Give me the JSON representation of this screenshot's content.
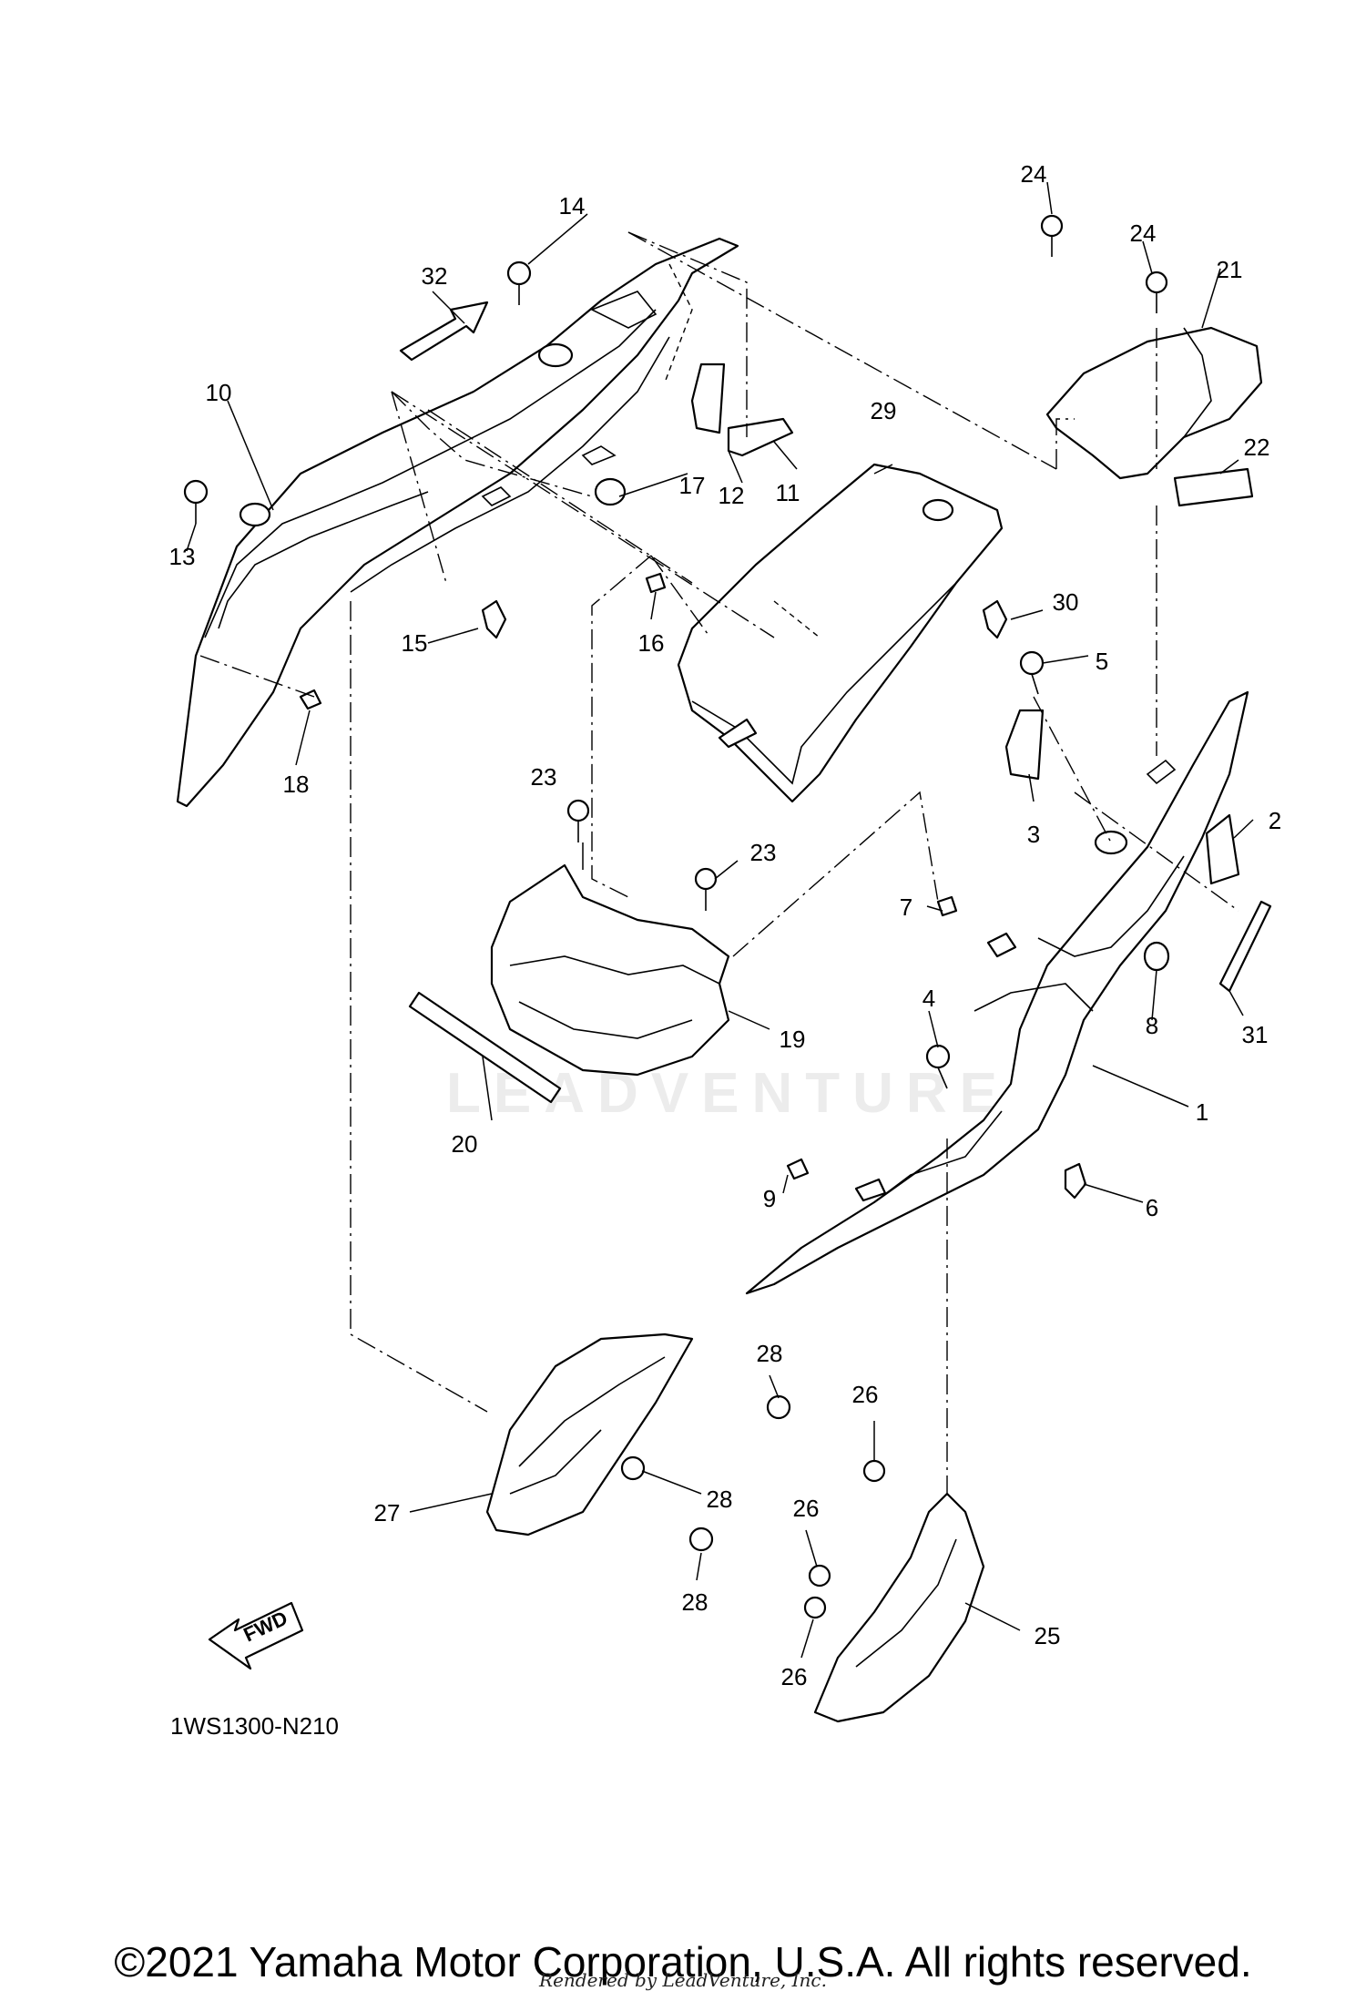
{
  "diagram": {
    "callouts": [
      {
        "id": "1",
        "label": "1"
      },
      {
        "id": "2",
        "label": "2"
      },
      {
        "id": "3",
        "label": "3"
      },
      {
        "id": "4",
        "label": "4"
      },
      {
        "id": "5",
        "label": "5"
      },
      {
        "id": "6",
        "label": "6"
      },
      {
        "id": "7",
        "label": "7"
      },
      {
        "id": "8",
        "label": "8"
      },
      {
        "id": "9",
        "label": "9"
      },
      {
        "id": "10",
        "label": "10"
      },
      {
        "id": "11",
        "label": "11"
      },
      {
        "id": "12",
        "label": "12"
      },
      {
        "id": "13",
        "label": "13"
      },
      {
        "id": "14",
        "label": "14"
      },
      {
        "id": "15",
        "label": "15"
      },
      {
        "id": "16",
        "label": "16"
      },
      {
        "id": "17",
        "label": "17"
      },
      {
        "id": "18",
        "label": "18"
      },
      {
        "id": "19",
        "label": "19"
      },
      {
        "id": "20",
        "label": "20"
      },
      {
        "id": "21",
        "label": "21"
      },
      {
        "id": "22",
        "label": "22"
      },
      {
        "id": "23a",
        "label": "23"
      },
      {
        "id": "23b",
        "label": "23"
      },
      {
        "id": "24a",
        "label": "24"
      },
      {
        "id": "24b",
        "label": "24"
      },
      {
        "id": "25",
        "label": "25"
      },
      {
        "id": "26a",
        "label": "26"
      },
      {
        "id": "26b",
        "label": "26"
      },
      {
        "id": "26c",
        "label": "26"
      },
      {
        "id": "27",
        "label": "27"
      },
      {
        "id": "28a",
        "label": "28"
      },
      {
        "id": "28b",
        "label": "28"
      },
      {
        "id": "28c",
        "label": "28"
      },
      {
        "id": "29",
        "label": "29"
      },
      {
        "id": "30",
        "label": "30"
      },
      {
        "id": "31",
        "label": "31"
      },
      {
        "id": "32",
        "label": "32"
      }
    ],
    "fwd_label": "FWD",
    "diagram_code": "1WS1300-N210",
    "watermark": "LEADVENTURE"
  },
  "footer": {
    "copyright": "©2021 Yamaha Motor Corporation, U.S.A. All rights reserved.",
    "rendered_by": "Rendered by LeadVenture, Inc."
  }
}
